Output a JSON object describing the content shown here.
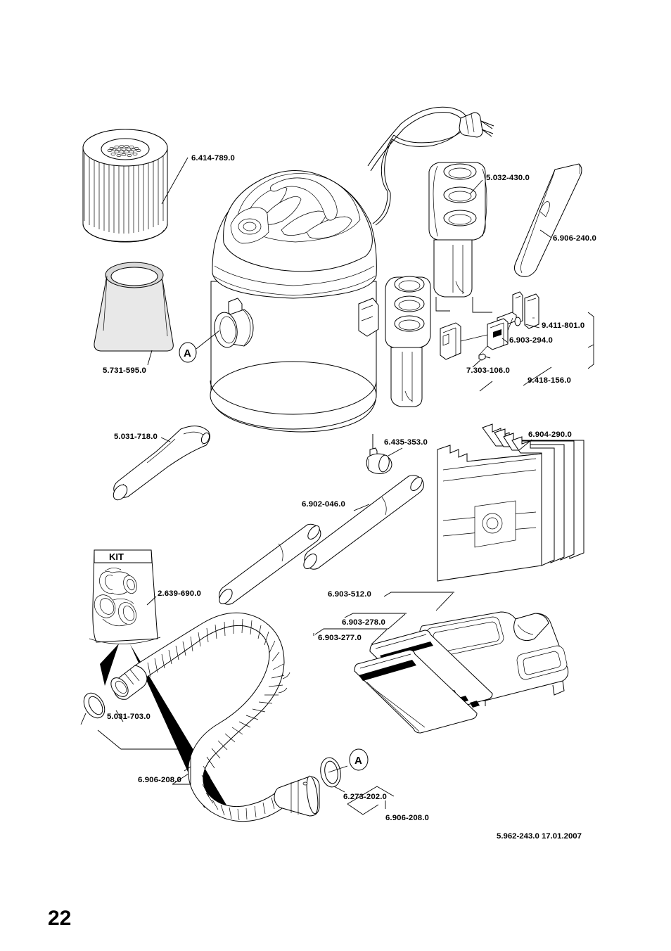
{
  "document": {
    "page_number": "22",
    "drawing_number": "5.962-243.0",
    "drawing_date": "17.01.2007",
    "footer_text": "5.962-243.0  17.01.2007",
    "kit_bag_label": "KIT",
    "callout_marker": "A"
  },
  "parts": {
    "cartridge_filter": {
      "code": "6.414-789.0",
      "name": "cartridge-filter"
    },
    "cone_filter_bag": {
      "code": "5.731-595.0",
      "name": "cone-filter-bag"
    },
    "accessory_holder": {
      "code": "5.032-430.0",
      "name": "accessory-holder"
    },
    "crevice_nozzle": {
      "code": "6.906-240.0",
      "name": "crevice-nozzle"
    },
    "cable_hook_bracket": {
      "code": "9.411-801.0",
      "name": "cable-hook-bracket"
    },
    "switch_cover": {
      "code": "6.903-294.0",
      "name": "switch-cover"
    },
    "screw": {
      "code": "7.303-106.0",
      "name": "screw"
    },
    "bracket_assembly": {
      "code": "9.418-156.0",
      "name": "bracket-assembly"
    },
    "bent_handle_tube": {
      "code": "5.031-718.0",
      "name": "bent-handle-tube"
    },
    "caster_wheel": {
      "code": "6.435-353.0",
      "name": "caster-wheel"
    },
    "paper_filter_bags": {
      "code": "6.904-290.0",
      "name": "paper-filter-bags"
    },
    "suction_tube": {
      "code": "6.902-046.0",
      "name": "suction-tube"
    },
    "adapter_kit": {
      "code": "2.639-690.0",
      "name": "adapter-kit"
    },
    "floor_nozzle": {
      "code": "6.903-512.0",
      "name": "floor-nozzle"
    },
    "brush_strip_insert": {
      "code": "6.903-278.0",
      "name": "brush-strip-insert"
    },
    "rubber_strip_insert": {
      "code": "6.903-277.0",
      "name": "rubber-strip-insert"
    },
    "hose_cuff_ring": {
      "code": "5.031-703.0",
      "name": "hose-cuff-ring"
    },
    "suction_hose": {
      "code": "6.906-208.0",
      "name": "suction-hose"
    },
    "sealing_ring": {
      "code": "6.273-202.0",
      "name": "sealing-ring"
    },
    "suction_hose_alt": {
      "code": "6.906-208.0",
      "name": "suction-hose-lower"
    }
  }
}
